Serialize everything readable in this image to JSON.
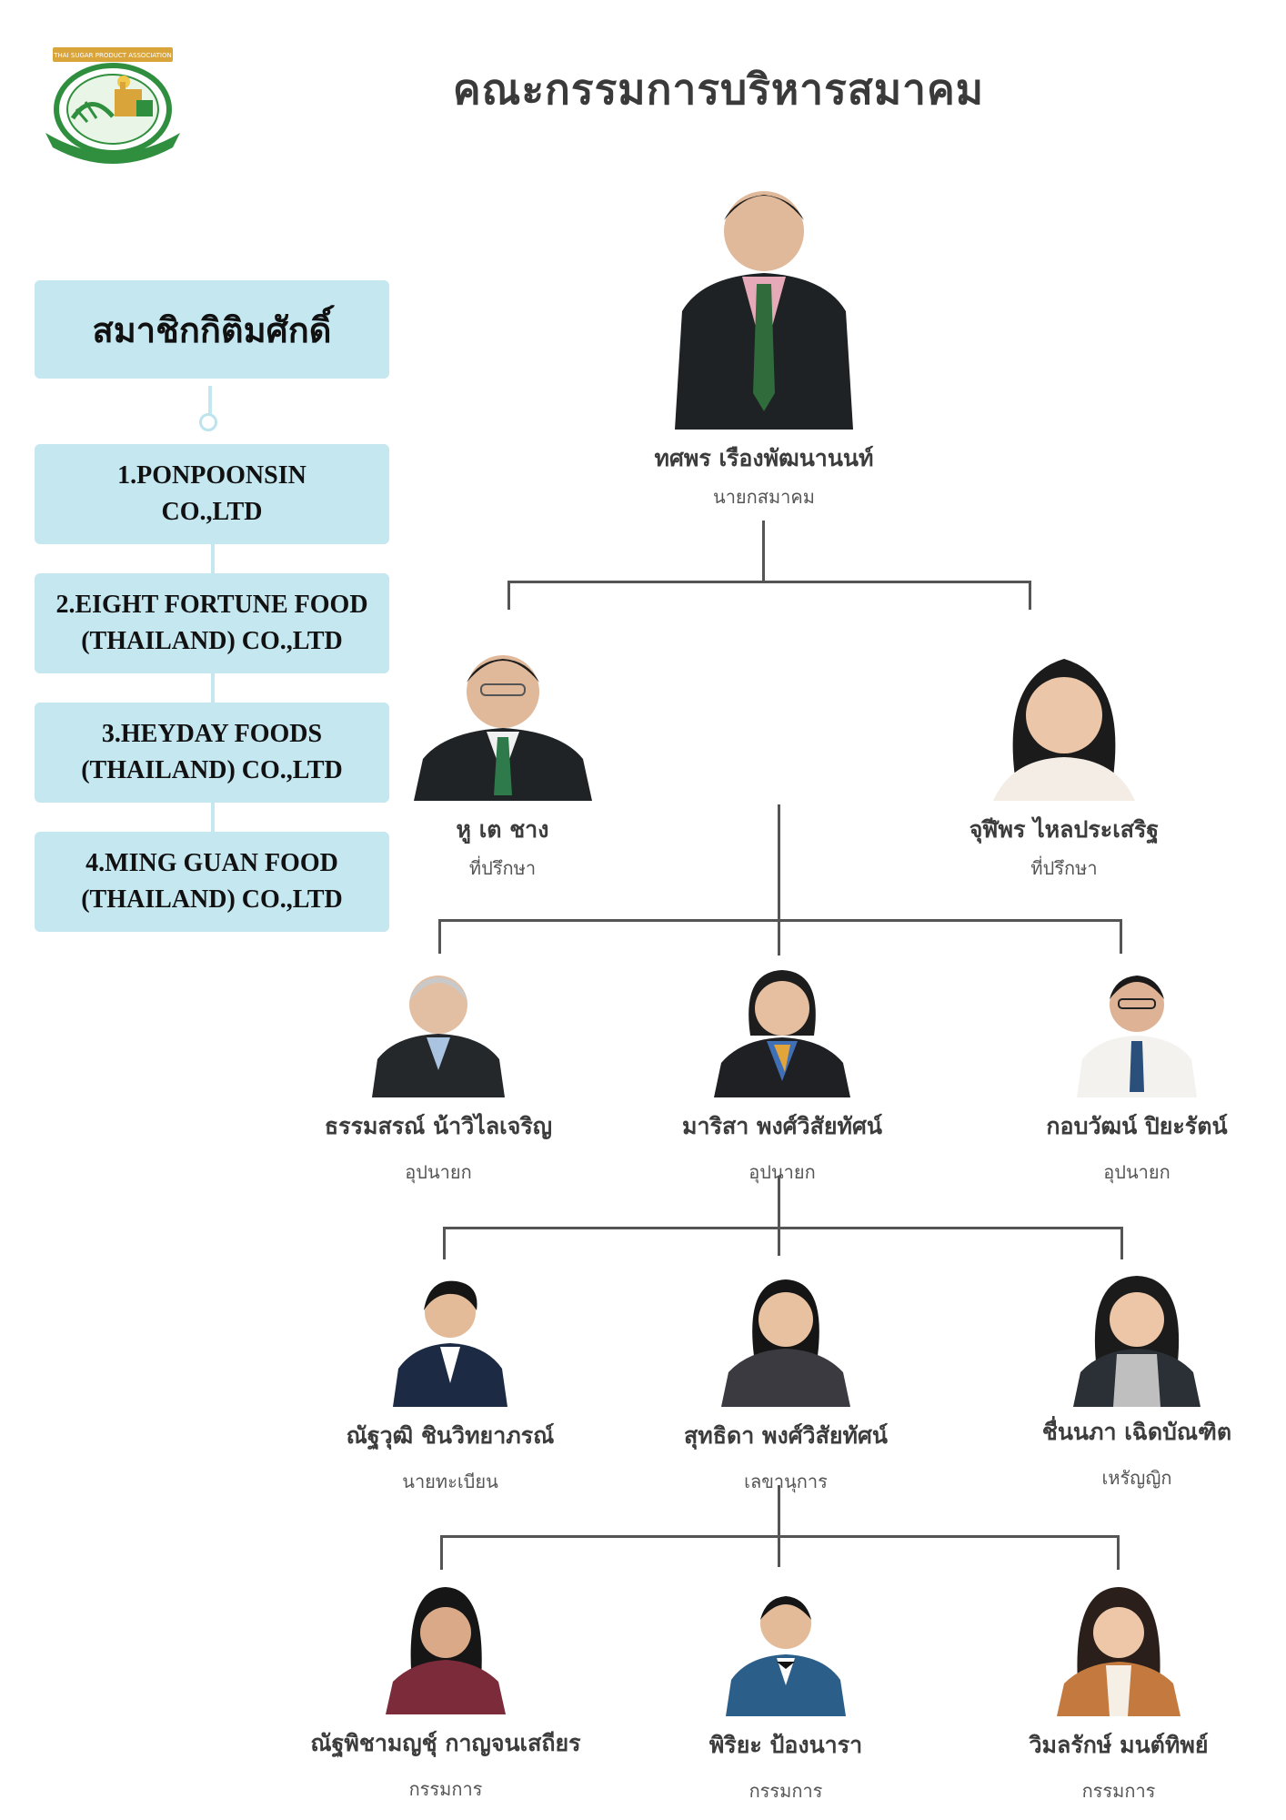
{
  "header": {
    "logo_text": "THAI SUGAR PRODUCT ASSOCIATION",
    "title": "คณะกรรมการบริหารสมาคม"
  },
  "honorary": {
    "title": "สมาชิกกิติมศักดิ์",
    "members": [
      "1.PONPOONSIN\nCO.,LTD",
      "2.EIGHT FORTUNE FOOD\n(THAILAND) CO.,LTD",
      "3.HEYDAY FOODS\n(THAILAND) CO.,LTD",
      "4.MING GUAN FOOD\n(THAILAND) CO.,LTD"
    ]
  },
  "president": {
    "name": "ทศพร เรืองพัฒนานนท์",
    "role": "นายกสมาคม"
  },
  "advisors": [
    {
      "name": "หู เต ชาง",
      "role": "ที่ปรึกษา"
    },
    {
      "name": "จุฬีพร ไหลประเสริฐ",
      "role": "ที่ปรึกษา"
    }
  ],
  "vice_presidents": [
    {
      "name": "ธรรมสรณ์ น้าวิไลเจริญ",
      "role": "อุปนายก"
    },
    {
      "name": "มาริสา พงศ์วิสัยทัศน์",
      "role": "อุปนายก"
    },
    {
      "name": "กอบวัฒน์ ปิยะรัตน์",
      "role": "อุปนายก"
    }
  ],
  "officers": [
    {
      "name": "ณัฐวุฒิ ชินวิทยาภรณ์",
      "role": "นายทะเบียน"
    },
    {
      "name": "สุทธิดา พงศ์วิสัยทัศน์",
      "role": "เลขานุการ"
    },
    {
      "name": "ชื่นนภา เฉิดบัณฑิต",
      "role": "เหรัญญิก"
    }
  ],
  "committee": [
    {
      "name": "ณัฐพิชามญชุ์ กาญจนเสถียร",
      "role": "กรรมการ"
    },
    {
      "name": "พิริยะ ป้องนารา",
      "role": "กรรมการ"
    },
    {
      "name": "วิมลรักษ์ มนต์ทิพย์",
      "role": "กรรมการ"
    }
  ],
  "colors": {
    "panel": "#c5e7f0",
    "logo_green": "#2f8f3e",
    "logo_gold": "#d9a43a",
    "connector": "#555555"
  }
}
